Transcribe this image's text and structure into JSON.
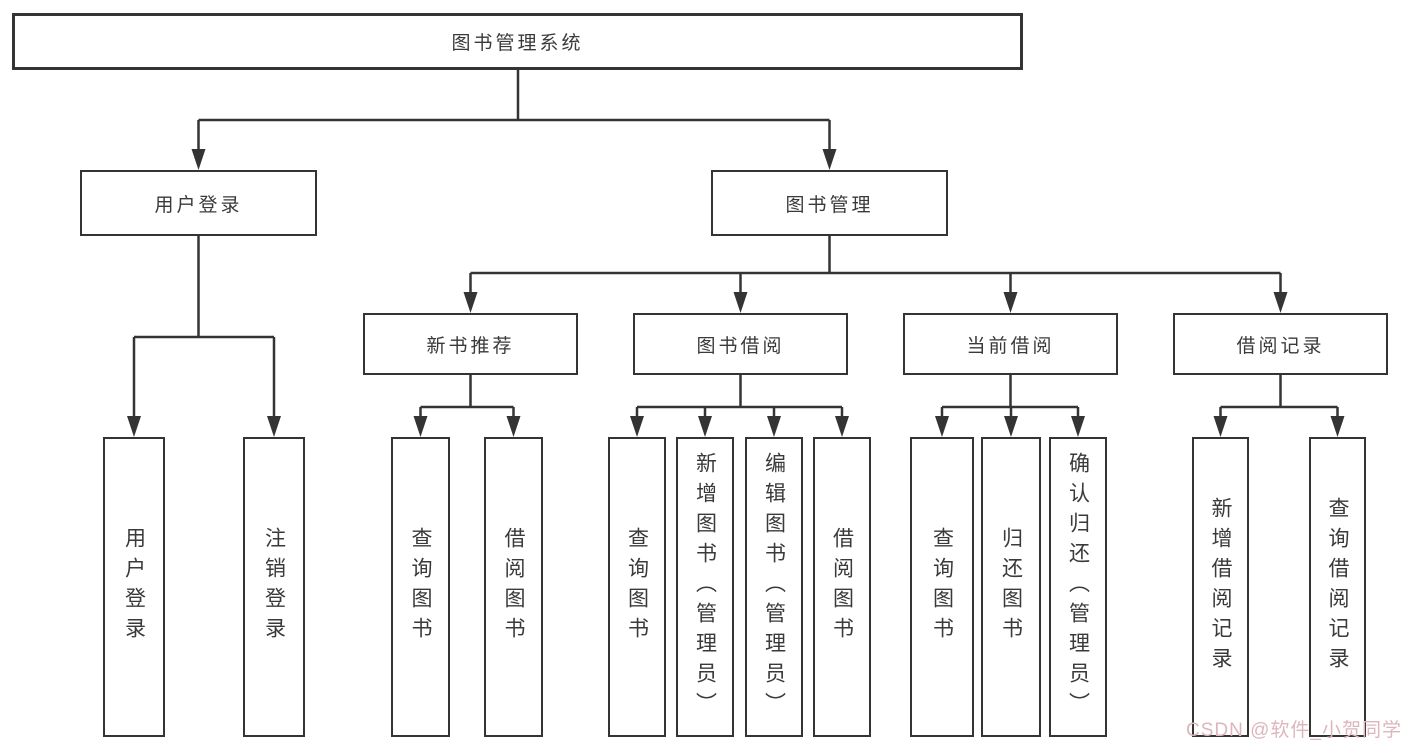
{
  "diagram_type": "tree",
  "nodes": {
    "root": {
      "label": "图书管理系统"
    },
    "level2": [
      {
        "label": "用户登录",
        "parent": "图书管理系统"
      },
      {
        "label": "图书管理",
        "parent": "图书管理系统"
      }
    ],
    "level3": [
      {
        "label": "新书推荐",
        "parent": "图书管理"
      },
      {
        "label": "图书借阅",
        "parent": "图书管理"
      },
      {
        "label": "当前借阅",
        "parent": "图书管理"
      },
      {
        "label": "借阅记录",
        "parent": "图书管理"
      }
    ],
    "leaves": [
      {
        "label": "用户登录",
        "parent": "用户登录"
      },
      {
        "label": "注销登录",
        "parent": "用户登录"
      },
      {
        "label": "查询图书",
        "parent": "新书推荐"
      },
      {
        "label": "借阅图书",
        "parent": "新书推荐"
      },
      {
        "label": "查询图书",
        "parent": "图书借阅"
      },
      {
        "label": "新增图书（管理员）",
        "parent": "图书借阅"
      },
      {
        "label": "编辑图书（管理员）",
        "parent": "图书借阅"
      },
      {
        "label": "借阅图书",
        "parent": "图书借阅"
      },
      {
        "label": "查询图书",
        "parent": "当前借阅"
      },
      {
        "label": "归还图书",
        "parent": "当前借阅"
      },
      {
        "label": "确认归还（管理员）",
        "parent": "当前借阅"
      },
      {
        "label": "新增借阅记录",
        "parent": "借阅记录"
      },
      {
        "label": "查询借阅记录",
        "parent": "借阅记录"
      }
    ]
  },
  "watermark": {
    "text": "CSDN @软件_小贺同学"
  },
  "colors": {
    "line": "#343434",
    "box_border": "#343434",
    "text": "#3a3a3a",
    "background": "#ffffff",
    "watermark": "#dcb6bc"
  }
}
